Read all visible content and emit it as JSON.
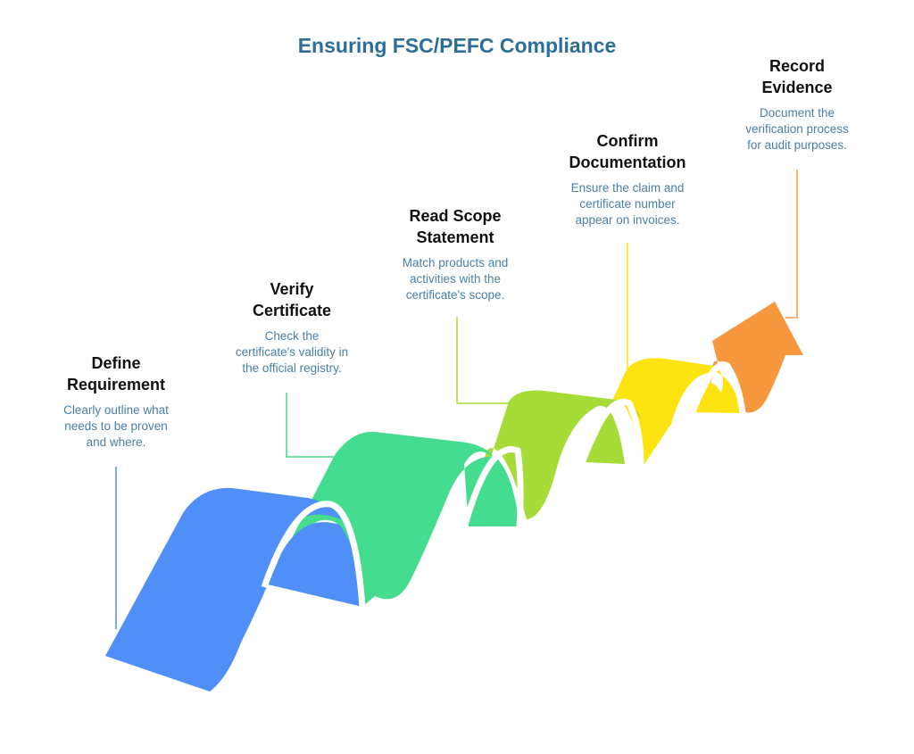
{
  "title": "Ensuring FSC/PEFC Compliance",
  "colors": {
    "title": "#2c6e98",
    "description": "#4a7fa6",
    "step1": "#4f8ff7",
    "step2": "#44dd8f",
    "step3": "#a6dc38",
    "step4": "#fde30f",
    "step5": "#f7973e"
  },
  "steps": [
    {
      "title_line1": "Define",
      "title_line2": "Requirement",
      "desc_line1": "Clearly outline what",
      "desc_line2": "needs to be proven",
      "desc_line3": "and where."
    },
    {
      "title_line1": "Verify",
      "title_line2": "Certificate",
      "desc_line1": "Check the",
      "desc_line2": "certificate's validity in",
      "desc_line3": "the official registry."
    },
    {
      "title_line1": "Read Scope",
      "title_line2": "Statement",
      "desc_line1": "Match products and",
      "desc_line2": "activities with the",
      "desc_line3": "certificate's scope."
    },
    {
      "title_line1": "Confirm",
      "title_line2": "Documentation",
      "desc_line1": "Ensure the claim and",
      "desc_line2": "certificate number",
      "desc_line3": "appear on invoices."
    },
    {
      "title_line1": "Record",
      "title_line2": "Evidence",
      "desc_line1": "Document the",
      "desc_line2": "verification process",
      "desc_line3": "for audit purposes."
    }
  ]
}
